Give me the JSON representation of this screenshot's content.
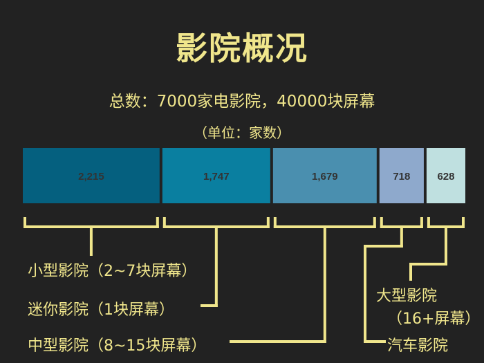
{
  "title": "影院概况",
  "subtitle": "总数：7000家电影院，40000块屏幕",
  "unit": "（单位：家数）",
  "colors": {
    "background": "#222222",
    "text": "#f0e68c",
    "bracket": "#f0e68c",
    "value_text": "#333333"
  },
  "chart_data": {
    "type": "bar",
    "orientation": "horizontal-stacked",
    "categories": [
      "小型影院（2~7块屏幕）",
      "迷你影院（1块屏幕）",
      "中型影院（8~15块屏幕）",
      "汽车影院",
      "大型影院（16+屏幕）"
    ],
    "values": [
      2215,
      1747,
      1679,
      718,
      628
    ],
    "value_labels": [
      "2,215",
      "1,747",
      "1,679",
      "718",
      "628"
    ],
    "segment_colors": [
      "#05607f",
      "#0a7fa0",
      "#4a8faf",
      "#8ea9cc",
      "#bfe0e0"
    ]
  }
}
